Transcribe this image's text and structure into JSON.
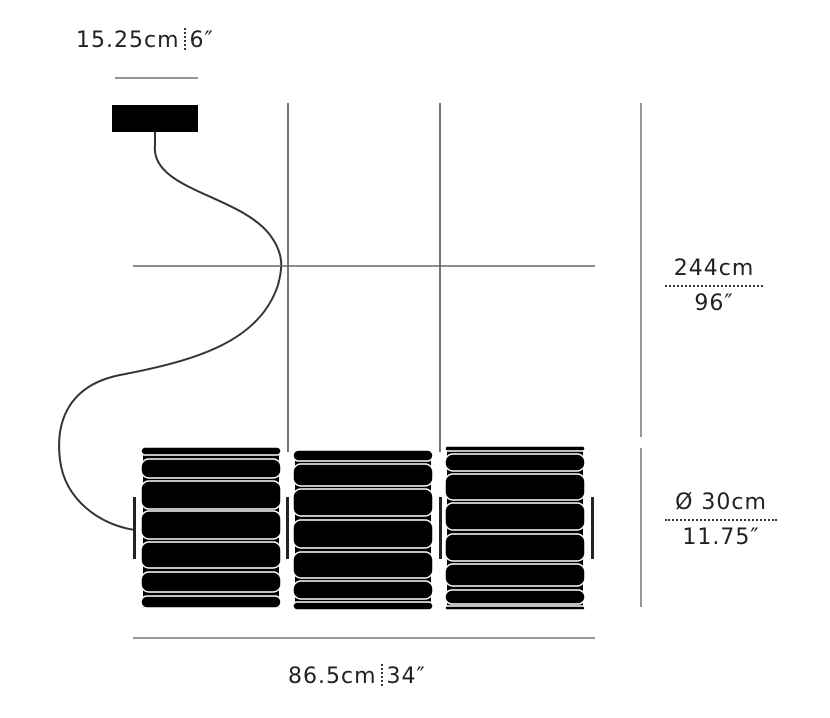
{
  "dimensions": {
    "canopy_width": {
      "cm": "15.25cm",
      "in": "6″"
    },
    "overall_height": {
      "cm": "244cm",
      "in": "96″"
    },
    "shade_diameter": {
      "cm": "Ø 30cm",
      "in": "11.75″"
    },
    "overall_length": {
      "cm": "86.5cm",
      "in": "34″"
    }
  },
  "colors": {
    "ink": "#000000",
    "line": "#555555",
    "text": "#222222"
  }
}
